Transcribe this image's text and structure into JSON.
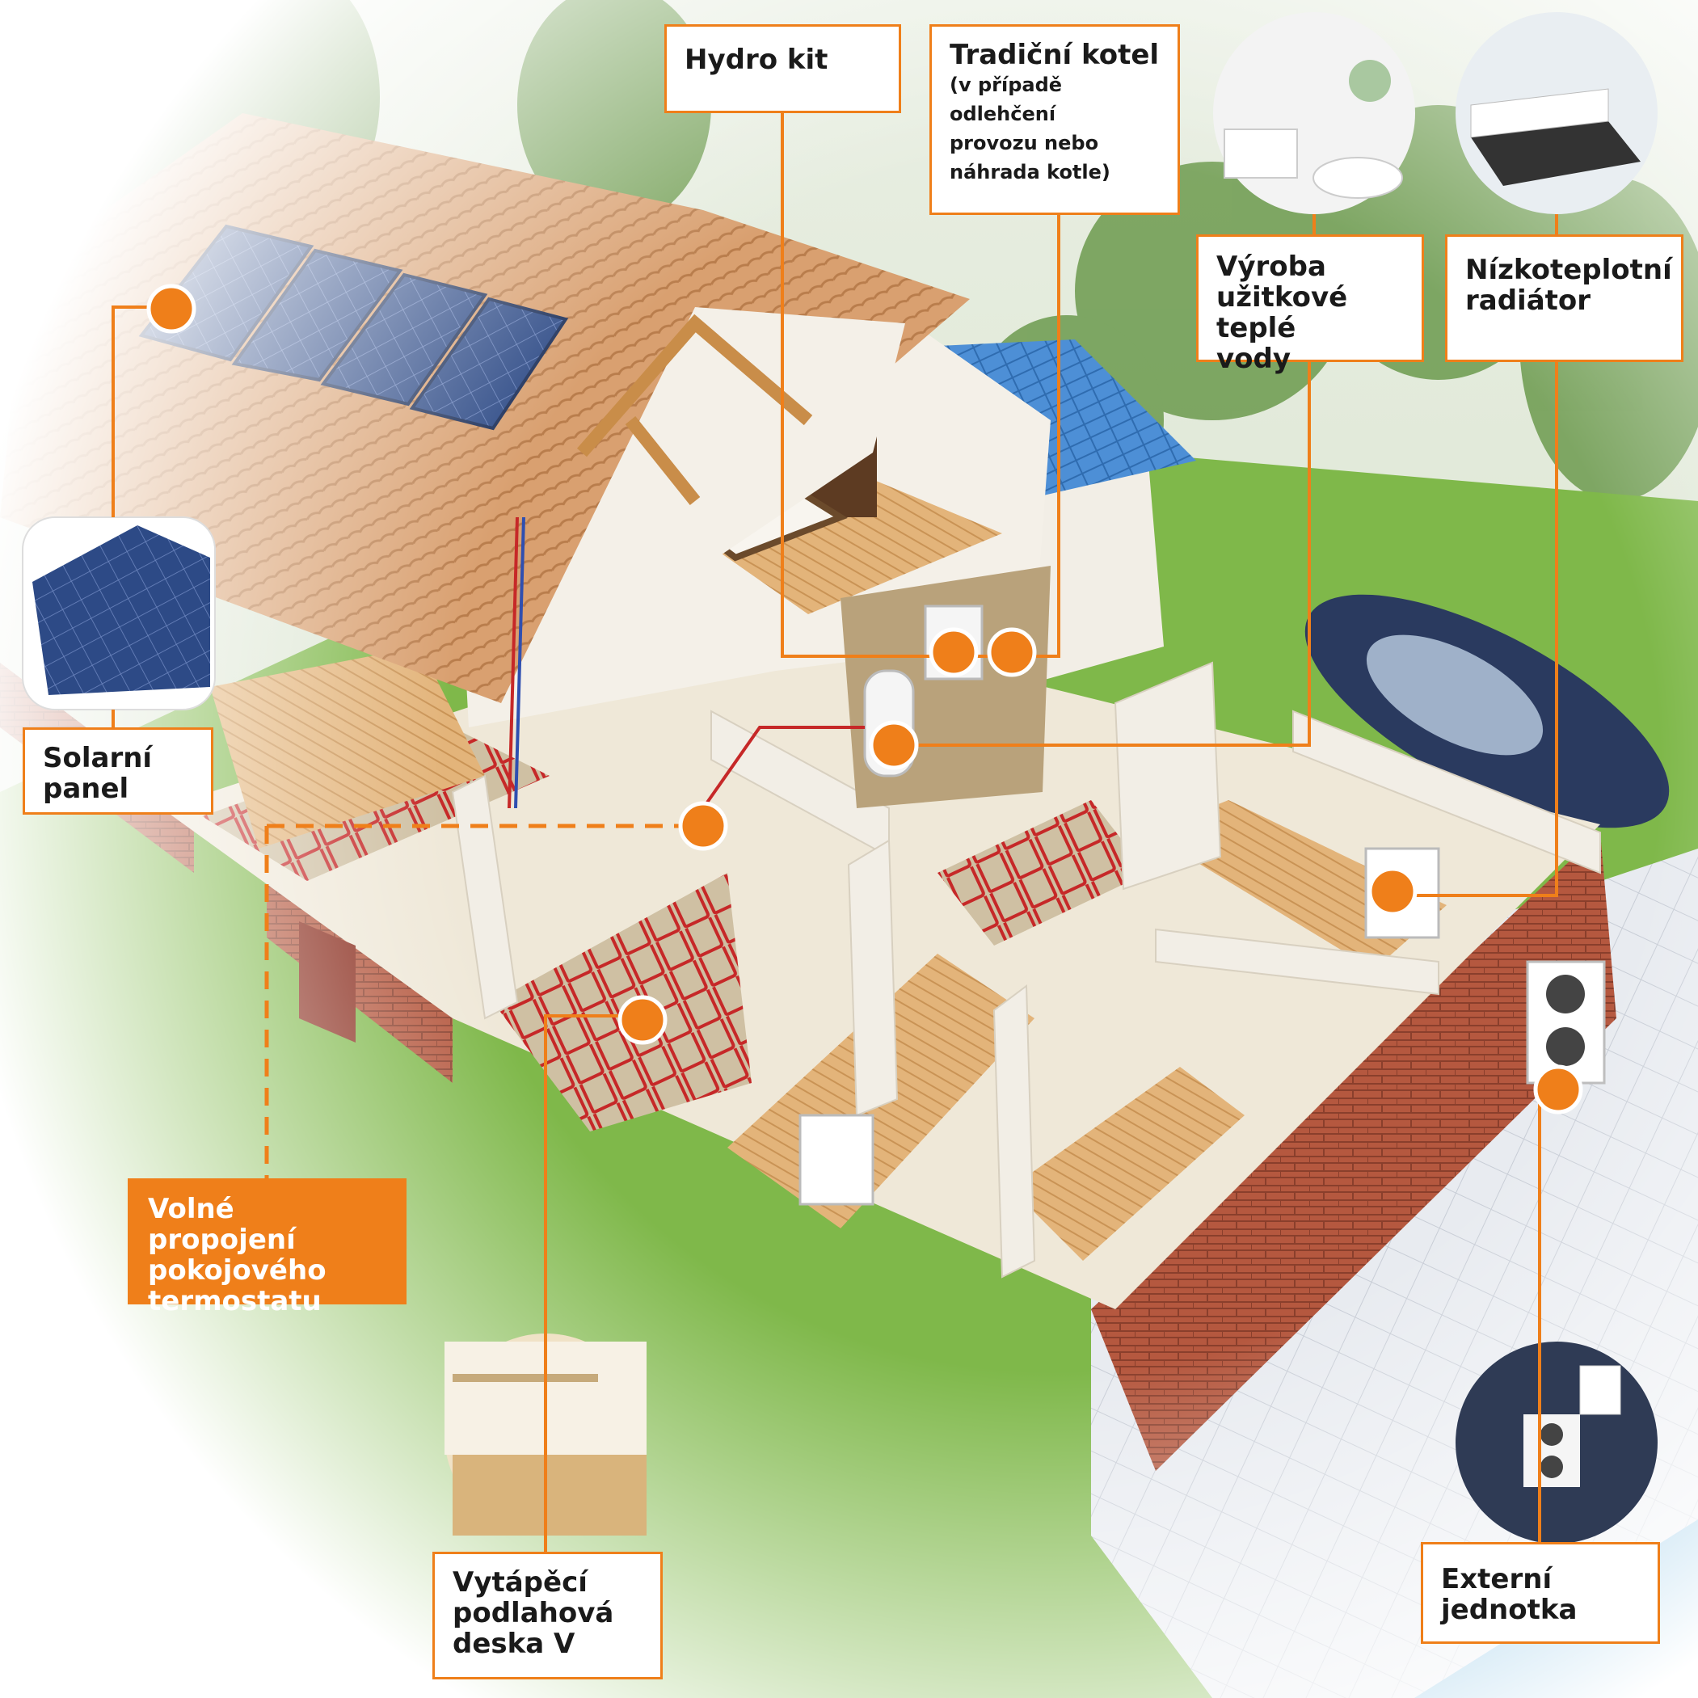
{
  "labels": {
    "hydro_kit": "Hydro kit",
    "tradicni_kotel": "Tradiční kotel",
    "tradicni_kotel_note": [
      "(v případě odlehčení",
      "provozu nebo",
      "náhrada kotle)"
    ],
    "vyroba": [
      "Výroba",
      "užitkové teplé",
      "vody"
    ],
    "radiator": [
      "Nízkoteplotní",
      "radiátor"
    ],
    "solar": [
      "Solarní",
      "panel"
    ],
    "thermostat": [
      "Volné propojení",
      "pokojového",
      "termostatu"
    ],
    "floor": [
      "Vytápěcí",
      "podlahová",
      "deska V"
    ],
    "external": [
      "Externí",
      "jednotka"
    ]
  },
  "colors": {
    "accent": "#ef7f1a",
    "roof_tile": "#d9a070",
    "solar_panel": "#2d4a86",
    "grass": "#7fb84a",
    "wall": "#f2eee6",
    "brick": "#b5583f",
    "floor_wood": "#e3b47a",
    "garage_roof": "#4d8fd6",
    "car": "#2a3a5f",
    "pipe_hot": "#c62828",
    "pipe_cold": "#2f4fb0"
  },
  "icons": {
    "callout_dot": "orange-circle-marker",
    "solar_inset": "solar-panel-photo",
    "bathroom_inset": "bathroom-photo",
    "bedroom_inset": "bedroom-photo",
    "floor_inset": "living-room-floor-photo",
    "external_unit_inset": "outdoor-heat-pump-photo"
  }
}
